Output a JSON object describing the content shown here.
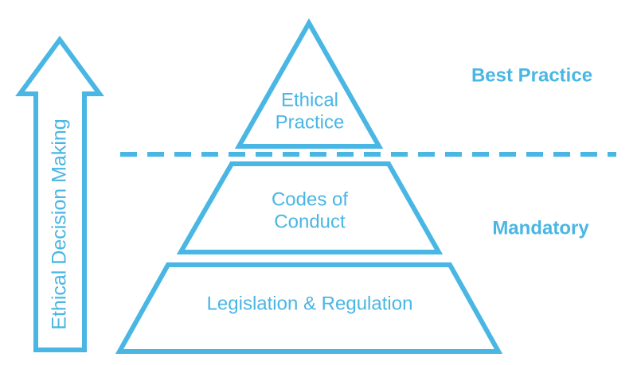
{
  "colors": {
    "accent": "#49b6e4"
  },
  "arrow": {
    "label": "Ethical Decision Making"
  },
  "pyramid": {
    "top": {
      "line1": "Ethical",
      "line2": "Practice"
    },
    "middle": {
      "line1": "Codes of",
      "line2": "Conduct"
    },
    "bottom": {
      "line1": "Legislation & Regulation"
    }
  },
  "zones": {
    "upper": "Best Practice",
    "lower": "Mandatory"
  }
}
